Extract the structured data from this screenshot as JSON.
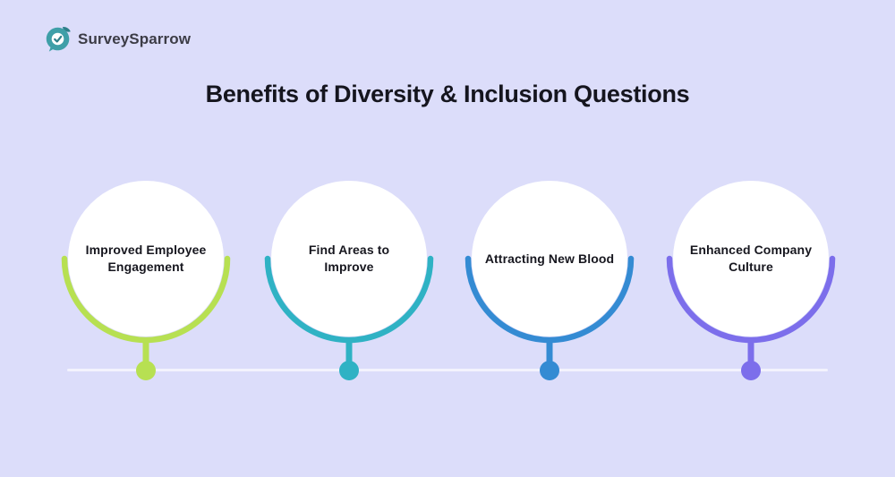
{
  "brand": {
    "name": "SurveySparrow",
    "icon": "surveysparrow-bird-check-icon",
    "icon_color": "#3F9FA8"
  },
  "title": "Benefits of Diversity & Inclusion Questions",
  "items": [
    {
      "label": "Improved Employee Engagement",
      "color": "#B7E052"
    },
    {
      "label": "Find Areas to Improve",
      "color": "#2FB2C4"
    },
    {
      "label": "Attracting New Blood",
      "color": "#348BD3"
    },
    {
      "label": "Enhanced Company Culture",
      "color": "#7C6EEB"
    }
  ],
  "colors": {
    "background": "#DCDDFA",
    "timeline_line": "#F3F3FD",
    "title_text": "#15151E",
    "label_text": "#17171F"
  }
}
